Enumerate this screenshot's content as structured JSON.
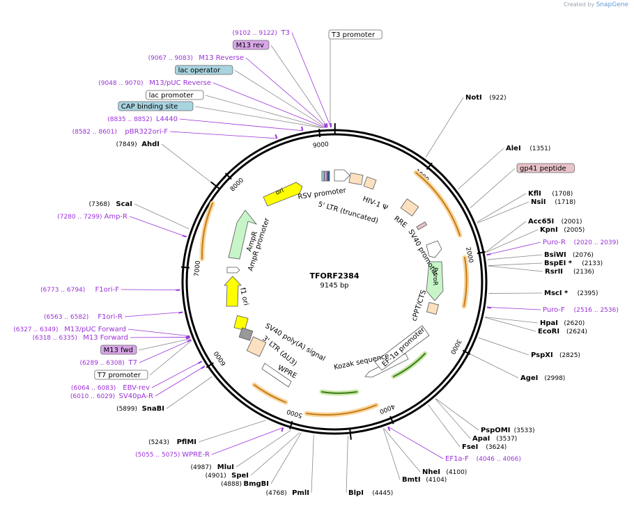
{
  "credit": {
    "prefix": "Created by",
    "brand": "SnapGene"
  },
  "plasmid": {
    "name": "TFORF2384",
    "size_label": "9145 bp",
    "length": 9145
  },
  "colors": {
    "purple": "#9b30d9",
    "feature_orange": "#f0a030",
    "black": "#000000",
    "gray_line": "#888888"
  },
  "ticks": [
    {
      "pos": 1000,
      "label": "1000"
    },
    {
      "pos": 2000,
      "label": "2000"
    },
    {
      "pos": 3000,
      "label": "3000"
    },
    {
      "pos": 4000,
      "label": "4000"
    },
    {
      "pos": 5000,
      "label": "5000"
    },
    {
      "pos": 6000,
      "label": "6000"
    },
    {
      "pos": 7000,
      "label": "7000"
    },
    {
      "pos": 8000,
      "label": "8000"
    },
    {
      "pos": 9000,
      "label": "9000"
    }
  ],
  "right_labels": [
    {
      "kind": "enzyme",
      "name": "NotI",
      "pos": "(922)"
    },
    {
      "kind": "enzyme",
      "name": "AleI",
      "pos": "(1351)"
    },
    {
      "kind": "box",
      "name": "gp41 peptide",
      "fill": "#e8c2c8"
    },
    {
      "kind": "enzyme",
      "name": "KflI",
      "pos": "(1708)"
    },
    {
      "kind": "enzyme",
      "name": "NsiI",
      "pos": "(1718)"
    },
    {
      "kind": "enzyme",
      "name": "Acc65I",
      "pos": "(2001)"
    },
    {
      "kind": "enzyme",
      "name": "KpnI",
      "pos": "(2005)"
    },
    {
      "kind": "primer",
      "name": "Puro-R",
      "pos": "(2020 .. 2039)"
    },
    {
      "kind": "enzyme",
      "name": "BsiWI",
      "pos": "(2076)"
    },
    {
      "kind": "enzyme",
      "name": "BspEI *",
      "pos": "(2133)"
    },
    {
      "kind": "enzyme",
      "name": "RsrII",
      "pos": "(2136)"
    },
    {
      "kind": "enzyme",
      "name": "MscI *",
      "pos": "(2395)"
    },
    {
      "kind": "primer",
      "name": "Puro-F",
      "pos": "(2516 .. 2536)"
    },
    {
      "kind": "enzyme",
      "name": "HpaI",
      "pos": "(2620)"
    },
    {
      "kind": "enzyme",
      "name": "EcoRI",
      "pos": "(2624)"
    },
    {
      "kind": "enzyme",
      "name": "PspXI",
      "pos": "(2825)"
    },
    {
      "kind": "enzyme",
      "name": "AgeI",
      "pos": "(2998)"
    },
    {
      "kind": "enzyme",
      "name": "PspOMI",
      "pos": "(3533)"
    },
    {
      "kind": "enzyme",
      "name": "ApaI",
      "pos": "(3537)"
    },
    {
      "kind": "enzyme",
      "name": "FseI",
      "pos": "(3624)"
    },
    {
      "kind": "primer",
      "name": "EF1a-F",
      "pos": "(4046 .. 4066)"
    },
    {
      "kind": "enzyme",
      "name": "NheI",
      "pos": "(4100)"
    },
    {
      "kind": "enzyme",
      "name": "BmtI",
      "pos": "(4104)"
    },
    {
      "kind": "enzyme",
      "name": "BlpI",
      "pos": "(4445)"
    }
  ],
  "left_labels": [
    {
      "kind": "primer",
      "name": "T3",
      "pos": "(9102 .. 9122)"
    },
    {
      "kind": "box",
      "name": "M13 rev",
      "fill": "#d9a6e8"
    },
    {
      "kind": "primer",
      "name": "M13 Reverse",
      "pos": "(9067 .. 9083)"
    },
    {
      "kind": "box",
      "name": "lac operator",
      "fill": "#a8d4e0"
    },
    {
      "kind": "primer",
      "name": "M13/pUC Reverse",
      "pos": "(9048 .. 9070)"
    },
    {
      "kind": "box",
      "name": "lac promoter",
      "fill": "#ffffff"
    },
    {
      "kind": "box",
      "name": "CAP binding site",
      "fill": "#a8d4e0"
    },
    {
      "kind": "primer",
      "name": "L4440",
      "pos": "(8835 .. 8852)"
    },
    {
      "kind": "primer",
      "name": "pBR322ori-F",
      "pos": "(8582 .. 8601)"
    },
    {
      "kind": "enzyme",
      "name": "AhdI",
      "pos": "(7849)"
    },
    {
      "kind": "enzyme",
      "name": "ScaI",
      "pos": "(7368)"
    },
    {
      "kind": "primer",
      "name": "Amp-R",
      "pos": "(7280 .. 7299)"
    },
    {
      "kind": "primer",
      "name": "F1ori-F",
      "pos": "(6773 .. 6794)"
    },
    {
      "kind": "primer",
      "name": "F1ori-R",
      "pos": "(6563 .. 6582)"
    },
    {
      "kind": "primer",
      "name": "M13/pUC Forward",
      "pos": "(6327 .. 6349)"
    },
    {
      "kind": "primer",
      "name": "M13 Forward",
      "pos": "(6318 .. 6335)"
    },
    {
      "kind": "box",
      "name": "M13 fwd",
      "fill": "#d9a6e8"
    },
    {
      "kind": "primer",
      "name": "T7",
      "pos": "(6289 .. 6308)"
    },
    {
      "kind": "box",
      "name": "T7 promoter",
      "fill": "#ffffff"
    },
    {
      "kind": "primer",
      "name": "EBV-rev",
      "pos": "(6064 .. 6083)"
    },
    {
      "kind": "primer",
      "name": "SV40pA-R",
      "pos": "(6010 .. 6029)"
    },
    {
      "kind": "enzyme",
      "name": "SnaBI",
      "pos": "(5899)"
    },
    {
      "kind": "enzyme",
      "name": "PflMI",
      "pos": "(5243)"
    },
    {
      "kind": "primer",
      "name": "WPRE-R",
      "pos": "(5055 .. 5075)"
    },
    {
      "kind": "enzyme",
      "name": "MluI",
      "pos": "(4987)"
    },
    {
      "kind": "enzyme",
      "name": "SpeI",
      "pos": "(4901)"
    },
    {
      "kind": "enzyme",
      "name": "BmgBI",
      "pos": "(4888)"
    },
    {
      "kind": "enzyme",
      "name": "PmlI",
      "pos": "(4768)"
    }
  ],
  "top_box": {
    "name": "T3 promoter",
    "fill": "#ffffff"
  },
  "inner_labels": [
    "HIV-1 Ψ",
    "RSV promoter",
    "5' LTR (truncated)",
    "RRE",
    "SV40 promoter",
    "PuroR",
    "cPPT/CTS",
    "EF-1α promoter",
    "Kozak sequence",
    "WPRE",
    "3' LTR (ΔU3)",
    "SV40 poly(A) signal",
    "f1 ori",
    "AmpR promoter",
    "AmpR",
    "ori"
  ]
}
